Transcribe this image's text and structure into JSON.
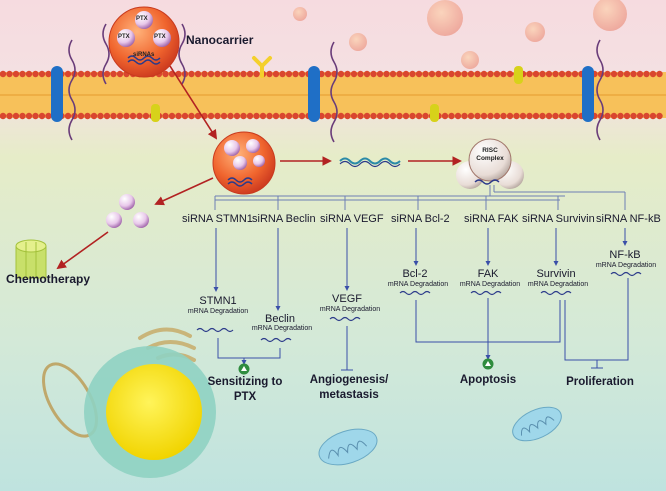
{
  "labels": {
    "nanocarrier": "Nanocarrier",
    "ptx": "PTX",
    "sirnas": "siRNAs",
    "risc": "RISC Complex",
    "chemotherapy": "Chemotherapy",
    "mrna_degradation": "mRNA Degradation"
  },
  "sirna_labels": [
    "siRNA STMN1",
    "siRNA Beclin",
    "siRNA VEGF",
    "siRNA Bcl-2",
    "siRNA FAK",
    "siRNA Survivin",
    "siRNA NF-kB"
  ],
  "genes": [
    "STMN1",
    "Beclin",
    "VEGF",
    "Bcl-2",
    "FAK",
    "Survivin",
    "NF-kB"
  ],
  "outcomes": {
    "sensitizing_line1": "Sensitizing to",
    "sensitizing_line2": "PTX",
    "angiogenesis_line1": "Angiogenesis/",
    "angiogenesis_line2": "metastasis",
    "apoptosis": "Apoptosis",
    "proliferation": "Proliferation"
  },
  "colors": {
    "arrow_red": "#b22222",
    "pathway_blue": "#3a4fa8",
    "membrane_orange": "#f2a33a",
    "background_top": "#f3d6dc",
    "background_bottom": "#cde7df"
  }
}
